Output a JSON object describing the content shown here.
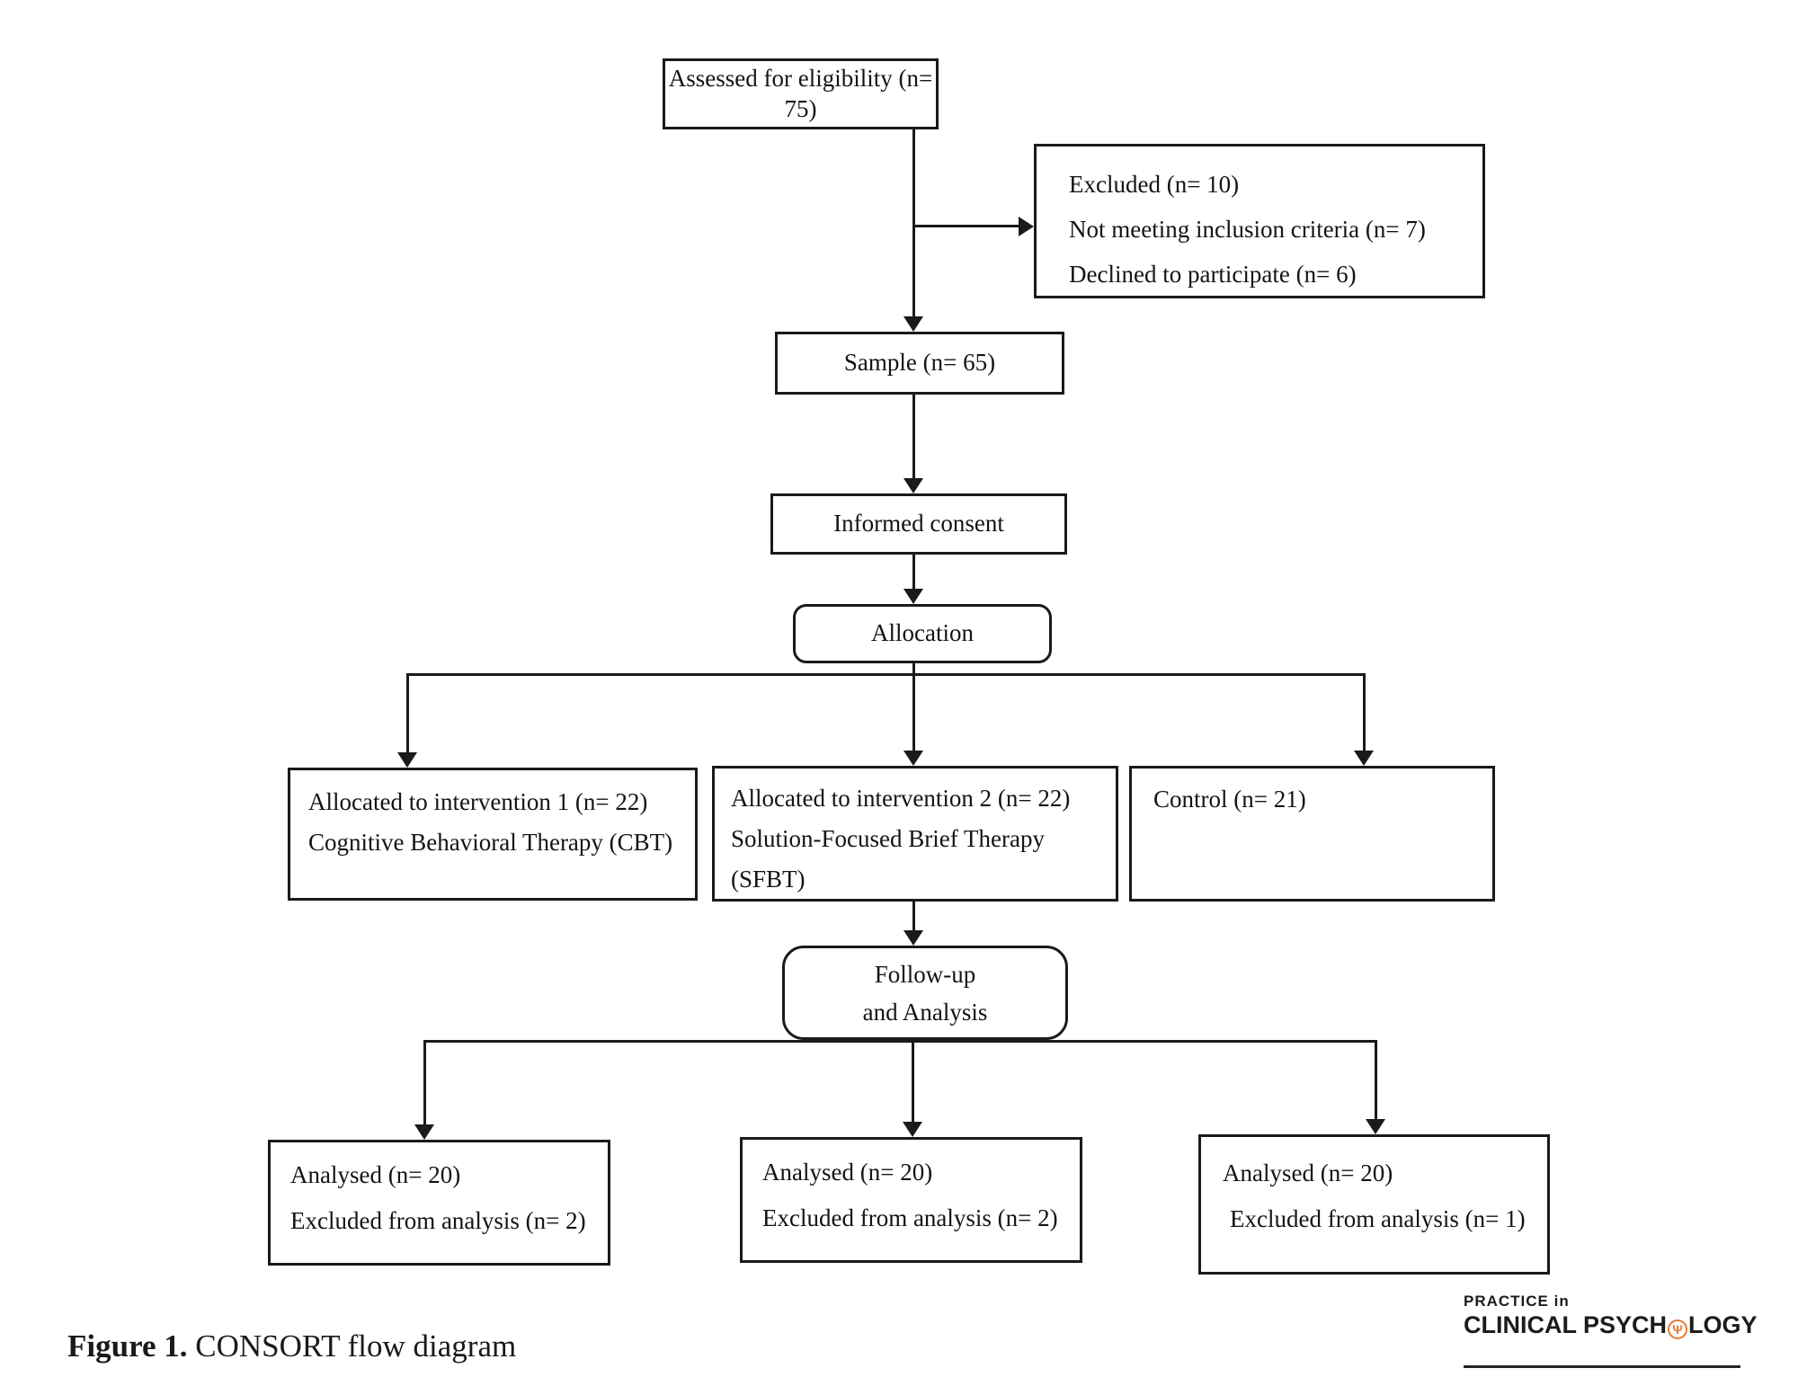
{
  "figure_caption": {
    "label": "Figure 1.",
    "text": "CONSORT flow diagram"
  },
  "journal_logo": {
    "line1": "PRACTICE in",
    "line2_before": "CLINICAL PSYCH",
    "line2_after": "LOGY",
    "psi_symbol": "Ψ",
    "accent_color": "#e87b31"
  },
  "flowchart": {
    "assessed": {
      "text": "Assessed for eligibility (n= 75)"
    },
    "excluded": {
      "lines": [
        "Excluded (n= 10)",
        "Not meeting inclusion criteria (n= 7)",
        "Declined to participate (n= 6)"
      ]
    },
    "sample": {
      "text": "Sample (n= 65)"
    },
    "informed_consent": {
      "text": "Informed consent"
    },
    "allocation": {
      "text": "Allocation"
    },
    "intervention_1": {
      "lines": [
        "Allocated to intervention 1 (n= 22)",
        "Cognitive Behavioral Therapy (CBT)"
      ]
    },
    "intervention_2": {
      "lines": [
        "Allocated to intervention 2 (n= 22)",
        "Solution-Focused Brief Therapy",
        "(SFBT)"
      ]
    },
    "control": {
      "text": "Control (n= 21)"
    },
    "follow_up": {
      "lines": [
        "Follow-up",
        "and Analysis"
      ]
    },
    "analysed_intervention_1": {
      "lines": [
        "Analysed (n= 20)",
        "Excluded from analysis (n= 2)"
      ]
    },
    "analysed_intervention_2": {
      "lines": [
        "Analysed (n= 20)",
        "Excluded from analysis (n= 2)"
      ]
    },
    "analysed_control": {
      "lines": [
        "Analysed (n= 20)",
        "Excluded from analysis (n= 1)"
      ]
    }
  }
}
